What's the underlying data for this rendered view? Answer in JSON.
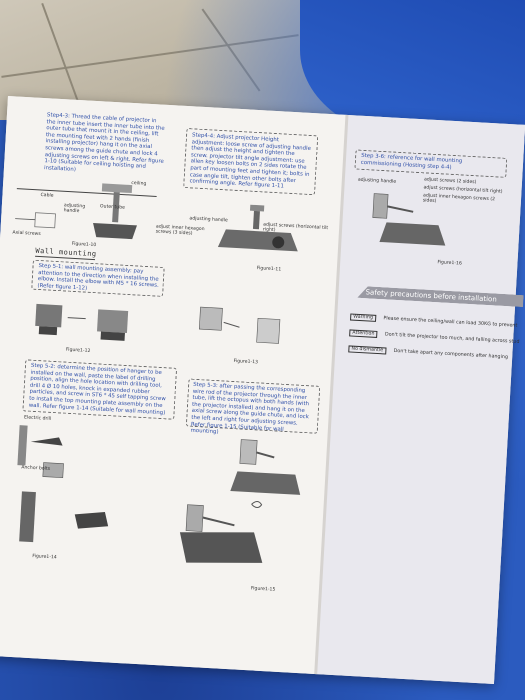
{
  "step4_3": {
    "text": "Step4-3: Thread the cable of projector in the inner tube insert the inner tube into the outer tube that mount it in the ceiling, lift the mounting feet with 2 hands (finish installing projector) hang it on the axial screws among the guide chute and lock 4 adjusting screws on left & right. Refer figure 1-10 (Suitable for ceiling hoisting and installation)",
    "labels": {
      "ceiling": "ceiling",
      "cable": "Cable",
      "handle": "adjusting handle",
      "outer": "Outer tube",
      "axial": "Axial screws"
    },
    "figure": "Figure1-10"
  },
  "step4_4": {
    "text": "Step4-4: Adjust projector Height adjustment: loose screw of adjusting handle then adjust the height and tighten the screw. projector tilt angle adjustment: use allen key loosen bolts on 2 sides rotate the part of mounting feet and tighten it; bolts in case angle tilt, tighten other bolts after confirming angle. Refer figure 1-11",
    "labels": {
      "handle": "adjusting handle",
      "allen": "adjust inner hexagon screws (3 sides)",
      "bolt": "adjust screws (horizontal tilt right)"
    },
    "figure": "Figure1-11"
  },
  "step3_6": {
    "text": "Step 3-6: reference for wall mounting commissioning (Hosting step 4-4)",
    "labels": {
      "handle": "adjusting handle",
      "screws1": "adjust screws (2 sides)",
      "screws2": "adjust screws (horizontal tilt right)",
      "screws3": "adjust inner hexagon screws (2 sides)"
    },
    "figure": "Figure1-16"
  },
  "wall_heading": "Wall mounting",
  "step5_1": {
    "text": "Step 5-1: wall mounting assembly: pay attention to the direction when installing the elbow. Install the elbow with M5 * 16 screws. (Refer figure 1-12)",
    "figure1": "Figure1-12",
    "figure2": "Figure1-13"
  },
  "step5_2": {
    "text": "Step 5-2: determine the position of hanger to be installed on the wall, paste the label of drilling position, align the hole location with drilling tool, drill 4 Ø 10 holes, knock in expanded rubber particles, and screw in ST6 * 45 self tapping screw to install the top mounting plate assembly on the wall. Refer figure 1-14 (Suitable for wall mounting)",
    "labels": {
      "drill": "Electric drill",
      "anchor": "Anchor bolts"
    },
    "figure": "Figure1-14"
  },
  "step5_3": {
    "text": "Step 5-3: after passing the corresponding wire rod of the projector through the inner tube, lift the octopus with both hands (with the projector installed) and hang it on the axial screw along the guide chute, and lock the left and right four adjusting screws. Refer figure 1-15 (Suitable for wall mounting)",
    "figure": "Figure1-15"
  },
  "safety": {
    "title": "Safety precautions before installation",
    "rows": [
      {
        "tag": "Warning",
        "text": "Please ensure the ceiling/wall can load 30KG to prevent"
      },
      {
        "tag": "Attention",
        "text": "Don't tilt the projector too much, and falling across stud"
      },
      {
        "tag": "No dismantle",
        "text": "Don't take apart any components after hanging"
      }
    ]
  },
  "colors": {
    "chair": "#2b5bbf",
    "paper": "#f3f1ee",
    "text_blue": "#2f4fa8",
    "banner": "#9a9aa3"
  }
}
